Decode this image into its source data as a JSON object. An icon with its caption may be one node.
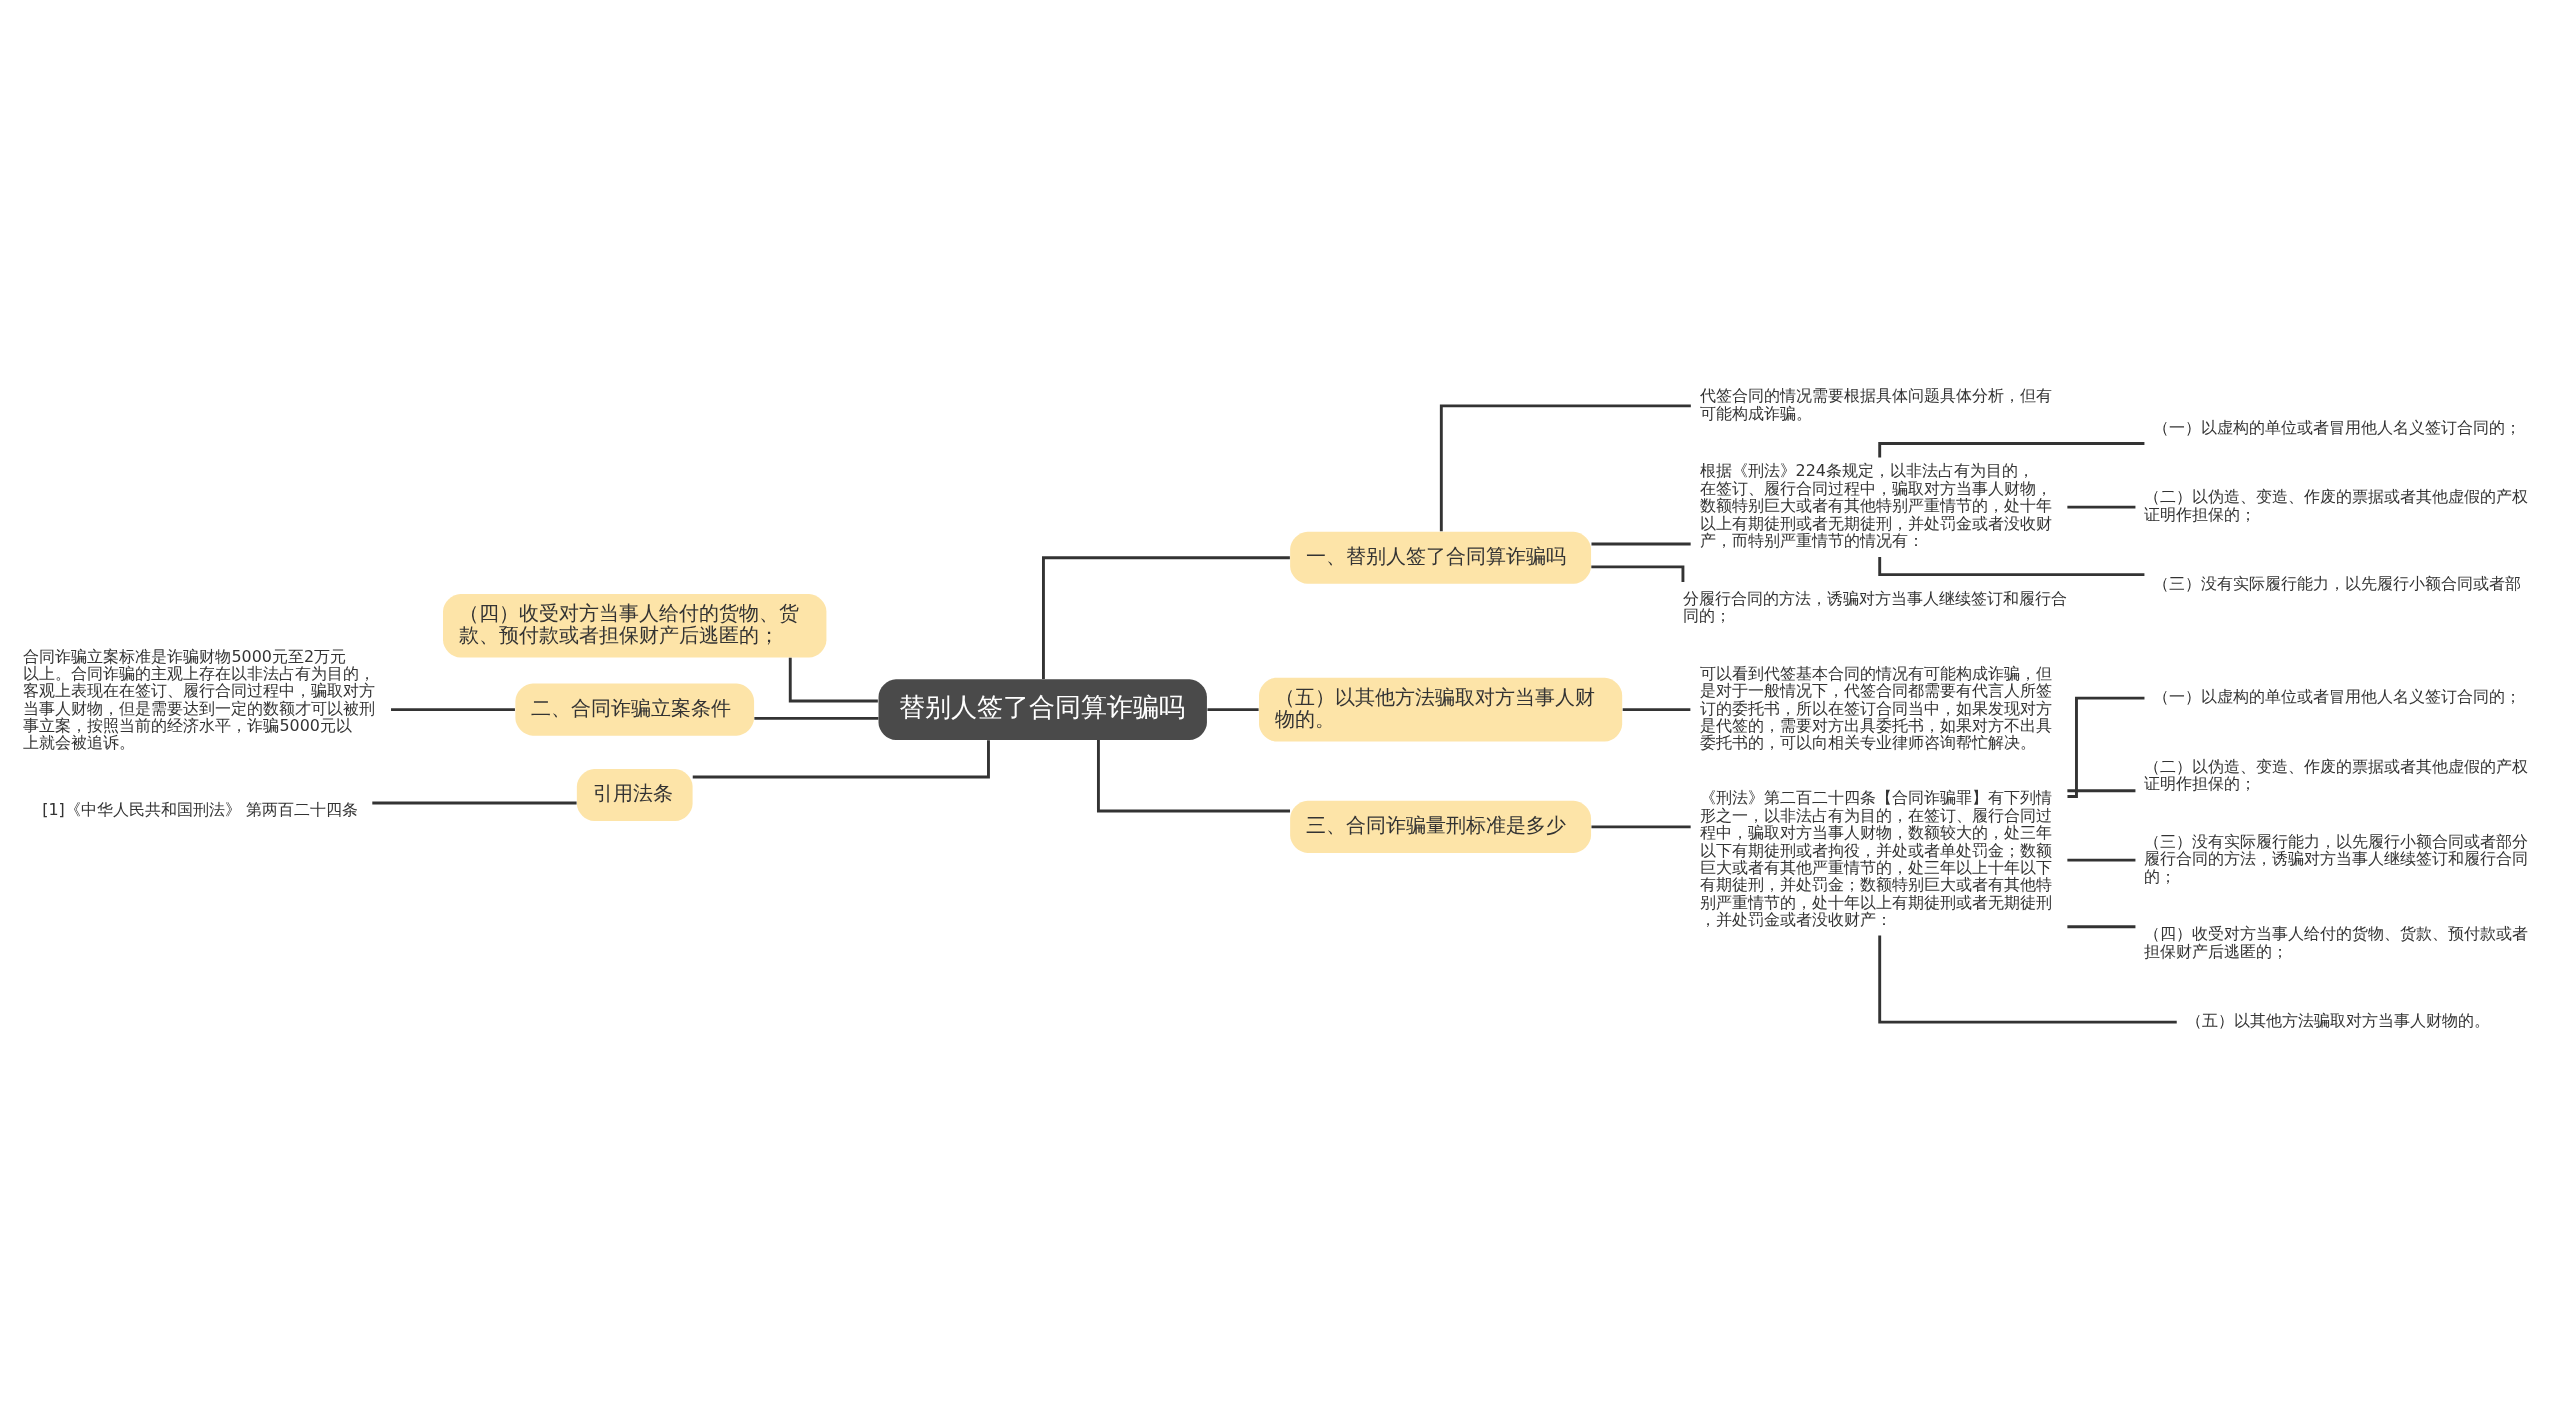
{
  "diagram": {
    "nodes": [
      {
        "text": [
          "替别人签了合同算诈骗吗"
        ]
      },
      {
        "text": [
          "一、替别人签了合同算诈骗吗"
        ]
      },
      {
        "text": [
          "代签合同的情况需要根据具体问题具体分析，但有可能构成诈骗。"
        ]
      },
      {
        "text": [
          "根据《刑法》224条规定，以非法占有为目的，在签订、履行合同过程中，骗取对方当事人财物，数额特别巨大或者有其他特别严重情节的，处十年以上有期徒刑或者无期徒刑，并处罚金或者没收财产，而特别严重情节的情况有："
        ]
      },
      {
        "text": [
          "（一）以虚构的单位或者冒用他人名义签订合同的；"
        ]
      },
      {
        "text": [
          "（二）以伪造、变造、作废的票据或者其他虚假的产权证明作担保的；"
        ]
      },
      {
        "text": [
          "（三）没有实际履行能力，以先履行小额合同或者部"
        ]
      },
      {
        "text": [
          "分履行合同的方法，诱骗对方当事人继续签订和履行合同的；"
        ]
      },
      {
        "text": [
          "（五）以其他方法骗取对方当事人财物的。"
        ]
      },
      {
        "text": [
          "可以看到代签基本合同的情况有可能构成诈骗，但是对于一般情况下，代签合同都需要有代言人所签订的委托书，所以在签订合同当中，如果发现对方是代签的，需要对方出具委托书，如果对方不出具委托书的，可以向相关专业律师咨询帮忙解决。"
        ]
      },
      {
        "text": [
          "三、合同诈骗量刑标准是多少"
        ]
      },
      {
        "text": [
          "《刑法》第二百二十四条【合同诈骗罪】有下列情形之一，以非法占有为目的，在签订、履行合同过程中，骗取对方当事人财物，数额较大的，处三年以下有期徒刑或者拘役，并处或者单处罚金；数额巨大或者有其他严重情节的，处三年以上十年以下有期徒刑，并处罚金；数额特别巨大或者有其他特别严重情节的，处十年以上有期徒刑或者无期徒刑，并处罚金或者没收财产："
        ]
      },
      {
        "text": [
          "（一）以虚构的单位或者冒用他人名义签订合同的；"
        ]
      },
      {
        "text": [
          "（二）以伪造、变造、作废的票据或者其他虚假的产权证明作担保的；"
        ]
      },
      {
        "text": [
          "（三）没有实际履行能力，以先履行小额合同或者部分履行合同的方法，诱骗对方当事人继续签订和履行合同的；"
        ]
      },
      {
        "text": [
          "（四）收受对方当事人给付的货物、货款、预付款或者担保财产后逃匿的；"
        ]
      },
      {
        "text": [
          "（五）以其他方法骗取对方当事人财物的。"
        ]
      },
      {
        "text": [
          "（四）收受对方当事人给付的货物、货款、预付款或者担保财产后逃匿的；"
        ]
      },
      {
        "text": [
          "二、合同诈骗立案条件"
        ]
      },
      {
        "text": [
          "合同诈骗立案标准是诈骗财物5000元至2万元以上。合同诈骗的主观上存在以非法占有为目的，客观上表现在在签订、履行合同过程中，骗取对方当事人财物，但是需要达到一定的数额才可以被刑事立案，按照当前的经济水平，诈骗5000元以上就会被追诉。"
        ]
      },
      {
        "text": [
          "引用法条"
        ]
      },
      {
        "text": [
          "[1]《中华人民共和国刑法》 第两百二十四条"
        ]
      }
    ],
    "edges": [
      {
        "from": 0,
        "to": 1,
        "arrow": "none"
      },
      {
        "from": 1,
        "to": 2,
        "arrow": "none"
      },
      {
        "from": 1,
        "to": 3,
        "arrow": "none"
      },
      {
        "from": 3,
        "to": 4,
        "arrow": "none"
      },
      {
        "from": 3,
        "to": 5,
        "arrow": "none"
      },
      {
        "from": 3,
        "to": 6,
        "arrow": "none"
      },
      {
        "from": 1,
        "to": 7,
        "arrow": "none"
      },
      {
        "from": 0,
        "to": 8,
        "arrow": "none"
      },
      {
        "from": 8,
        "to": 9,
        "arrow": "none"
      },
      {
        "from": 0,
        "to": 10,
        "arrow": "none"
      },
      {
        "from": 10,
        "to": 11,
        "arrow": "none"
      },
      {
        "from": 11,
        "to": 12,
        "arrow": "none"
      },
      {
        "from": 11,
        "to": 13,
        "arrow": "none"
      },
      {
        "from": 11,
        "to": 14,
        "arrow": "none"
      },
      {
        "from": 11,
        "to": 15,
        "arrow": "none"
      },
      {
        "from": 11,
        "to": 16,
        "arrow": "none"
      },
      {
        "from": 0,
        "to": 17,
        "arrow": "none"
      },
      {
        "from": 0,
        "to": 18,
        "arrow": "none"
      },
      {
        "from": 18,
        "to": 19,
        "arrow": "none"
      },
      {
        "from": 0,
        "to": 20,
        "arrow": "none"
      },
      {
        "from": 20,
        "to": 21,
        "arrow": "none"
      }
    ]
  }
}
